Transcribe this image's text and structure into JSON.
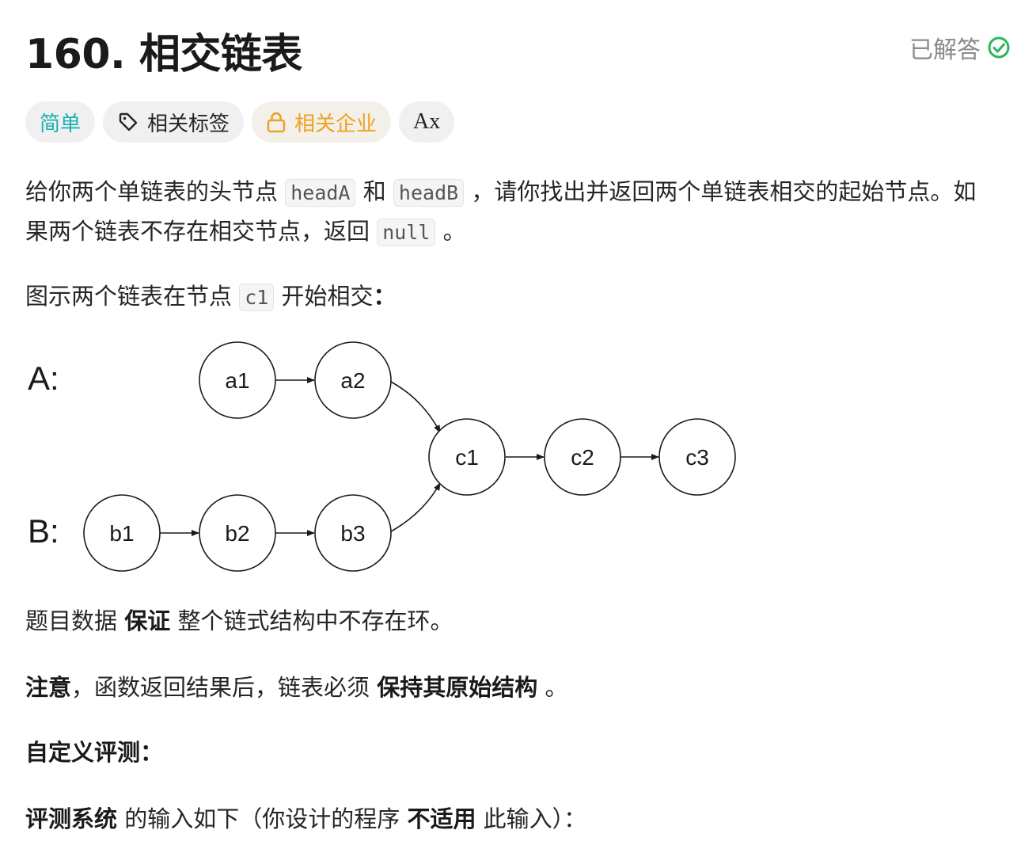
{
  "header": {
    "title": "160. 相交链表",
    "solved_label": "已解答",
    "solved_color": "#2db55d"
  },
  "tags": [
    {
      "label": "简单",
      "color": "#17b2b2"
    },
    {
      "label": "相关标签",
      "icon": "tag-icon"
    },
    {
      "label": "相关企业",
      "icon": "lock-icon",
      "color": "#f0a020"
    },
    {
      "label": "Ax",
      "icon": "translate-icon"
    }
  ],
  "description": {
    "p1_a": "给你两个单链表的头节点 ",
    "p1_code1": "headA",
    "p1_b": " 和 ",
    "p1_code2": "headB",
    "p1_c": " ，请你找出并返回两个单链表相交的起始节点。如果两个链表不存在相交节点，返回 ",
    "p1_code3": "null",
    "p1_d": " 。",
    "p2_a": "图示两个链表在节点 ",
    "p2_code": "c1",
    "p2_b": " 开始相交",
    "p2_colon": "：",
    "p3_a": "题目数据 ",
    "p3_bold": "保证",
    "p3_b": " 整个链式结构中不存在环。",
    "p4_bold1": "注意",
    "p4_a": "，函数返回结果后，链表必须 ",
    "p4_bold2": "保持其原始结构",
    "p4_b": " 。",
    "p5_bold": "自定义评测：",
    "p6_bold1": "评测系统",
    "p6_a": " 的输入如下（你设计的程序 ",
    "p6_bold2": "不适用",
    "p6_b": " 此输入）："
  },
  "diagram": {
    "label_a": "A:",
    "label_b": "B:",
    "nodes": {
      "a1": "a1",
      "a2": "a2",
      "b1": "b1",
      "b2": "b2",
      "b3": "b3",
      "c1": "c1",
      "c2": "c2",
      "c3": "c3"
    }
  }
}
